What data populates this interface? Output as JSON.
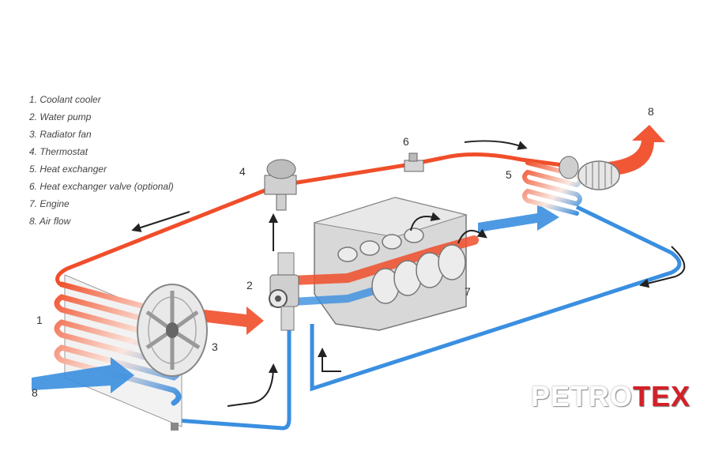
{
  "legend": [
    "1.  Coolant cooler",
    "2.  Water pump",
    "3.  Radiator fan",
    "4.  Thermostat",
    "5.  Heat exchanger",
    "6.  Heat exchanger valve (optional)",
    "7.  Engine",
    "8.  Air flow"
  ],
  "callouts": {
    "coolant_cooler": "1",
    "water_pump": "2",
    "radiator_fan": "3",
    "thermostat": "4",
    "heat_exchanger": "5",
    "heat_exchanger_valve": "6",
    "engine": "7",
    "air_flow_in": "8",
    "air_flow_out": "8"
  },
  "logo": {
    "part1": "PETRO",
    "part2": "TEX"
  },
  "colors": {
    "hot": "#f04e2a",
    "cold": "#3a8fe0",
    "engine": "#d8d8d8",
    "arrow": "#222222"
  }
}
